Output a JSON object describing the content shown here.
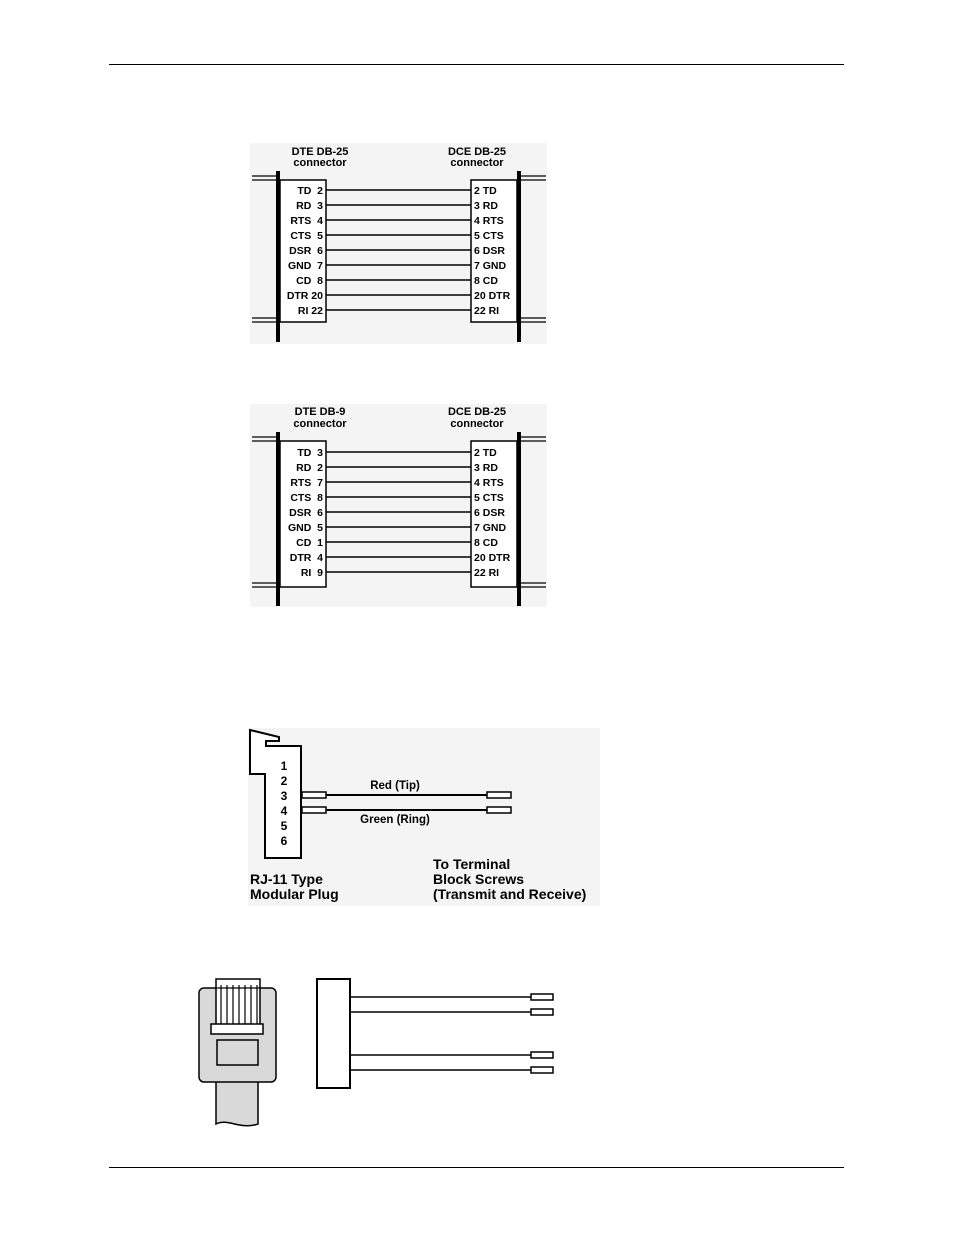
{
  "diagram1": {
    "left_header": [
      "DTE DB-25",
      "connector"
    ],
    "right_header": [
      "DCE DB-25",
      "connector"
    ],
    "left_pins": [
      "TD  2",
      "RD  3",
      "RTS  4",
      "CTS  5",
      "DSR  6",
      "GND  7",
      "CD  8",
      "DTR 20",
      "RI 22"
    ],
    "right_pins": [
      "2 TD",
      "3 RD",
      "4 RTS",
      "5 CTS",
      "6 DSR",
      "7 GND",
      "8 CD",
      "20 DTR",
      "22 RI"
    ]
  },
  "diagram2": {
    "left_header": [
      "DTE DB-9",
      "connector"
    ],
    "right_header": [
      "DCE DB-25",
      "connector"
    ],
    "left_pins": [
      "TD  3",
      "RD  2",
      "RTS  7",
      "CTS  8",
      "DSR  6",
      "GND  5",
      "CD  1",
      "DTR  4",
      "RI  9"
    ],
    "right_pins": [
      "2 TD",
      "3 RD",
      "4 RTS",
      "5 CTS",
      "6 DSR",
      "7 GND",
      "8 CD",
      "20 DTR",
      "22 RI"
    ]
  },
  "rj11": {
    "pins": [
      "1",
      "2",
      "3",
      "4",
      "5",
      "6"
    ],
    "wire_top": "Red (Tip)",
    "wire_bottom": "Green (Ring)",
    "plug_label": [
      "RJ-11 Type",
      "Modular Plug"
    ],
    "terminal_label": [
      "To Terminal",
      "Block Screws",
      "(Transmit and Receive)"
    ]
  }
}
